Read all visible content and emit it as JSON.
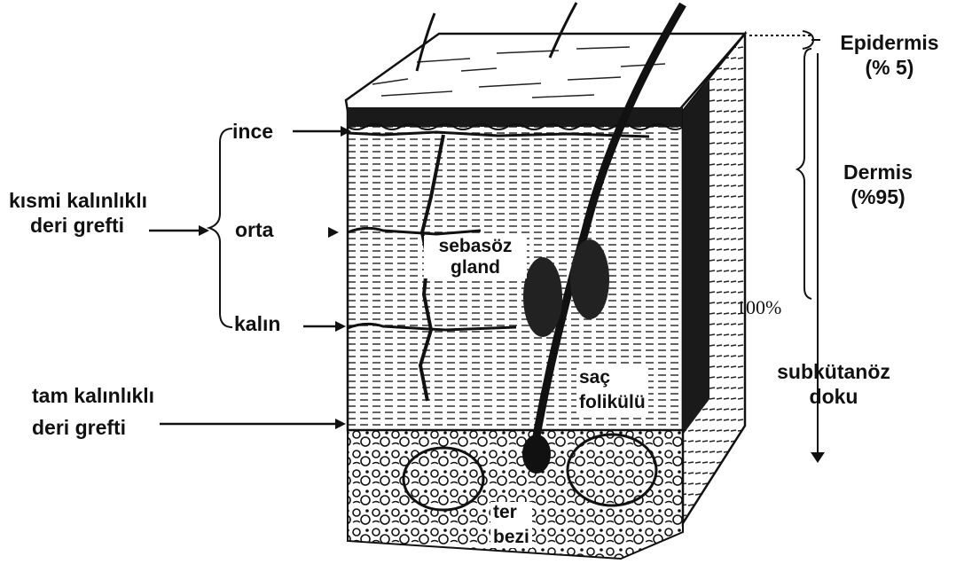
{
  "labels": {
    "epidermis_title": "Epidermis",
    "epidermis_pct": "(% 5)",
    "dermis_title": "Dermis",
    "dermis_pct": "(%95)",
    "depth_marker": "100%",
    "subcutaneous_line1": "subkütanöz",
    "subcutaneous_line2": "doku",
    "thin": "ince",
    "medium": "orta",
    "thick": "kalın",
    "partial_line1": "kısmi kalınlıklı",
    "partial_line2": "deri grefti",
    "full_line1": "tam kalınlıklı",
    "full_line2": "deri grefti",
    "sebaceous_line1": "sebasöz",
    "sebaceous_line2": "gland",
    "hair_follicle_line1": "saç",
    "hair_follicle_line2": "folikülü",
    "sweat_gland_line1": "ter",
    "sweat_gland_line2": "bezi"
  },
  "colors": {
    "ink": "#111111",
    "paper": "#ffffff",
    "shade": "#2a2a2a"
  }
}
